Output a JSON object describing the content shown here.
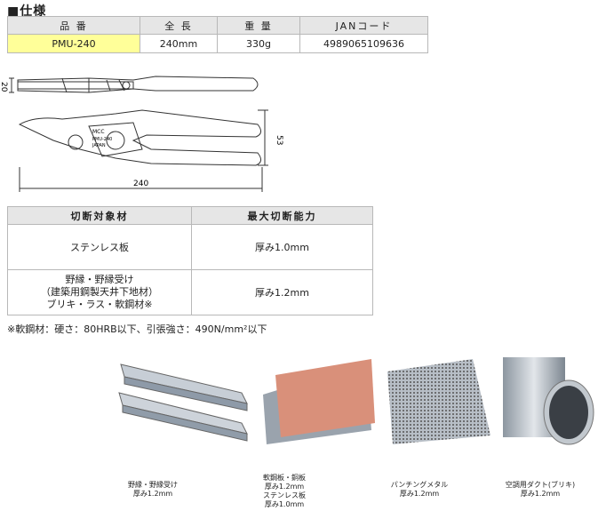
{
  "title": "■仕様",
  "spec_table": {
    "headers": [
      "品 番",
      "全 長",
      "重 量",
      "JANコード"
    ],
    "row": [
      "PMU-240",
      "240mm",
      "330g",
      "4989065109636"
    ]
  },
  "drawing": {
    "dim_thickness": "20",
    "dim_height": "53",
    "dim_length": "240",
    "marking_1": "MCC",
    "marking_2": "PMU-240",
    "marking_3": "JAPAN"
  },
  "cut_table": {
    "headers": [
      "切断対象材",
      "最大切断能力"
    ],
    "rows": [
      {
        "material": [
          "ステンレス板"
        ],
        "capacity": "厚み1.0mm"
      },
      {
        "material": [
          "野縁・野縁受け",
          "（建築用鋼製天井下地材）",
          "ブリキ・ラス・軟鋼材※"
        ],
        "capacity": "厚み1.2mm"
      }
    ]
  },
  "note": "※軟鋼材：硬さ：80HRB以下、引張強さ：490N/mm²以下",
  "photos": [
    {
      "caption": [
        "野縁・野縁受け",
        "厚み1.2mm"
      ]
    },
    {
      "caption": [
        "軟鋼板・銅板",
        "厚み1.2mm",
        "ステンレス板",
        "厚み1.0mm"
      ]
    },
    {
      "caption": [
        "パンチングメタル",
        "厚み1.2mm"
      ]
    },
    {
      "caption": [
        "空調用ダクト(ブリキ)",
        "厚み1.2mm"
      ]
    }
  ],
  "colors": {
    "header_bg": "#e6e6e6",
    "highlight": "#ffff99",
    "copper": "#d9907a",
    "steel": "#8e9aa8"
  }
}
